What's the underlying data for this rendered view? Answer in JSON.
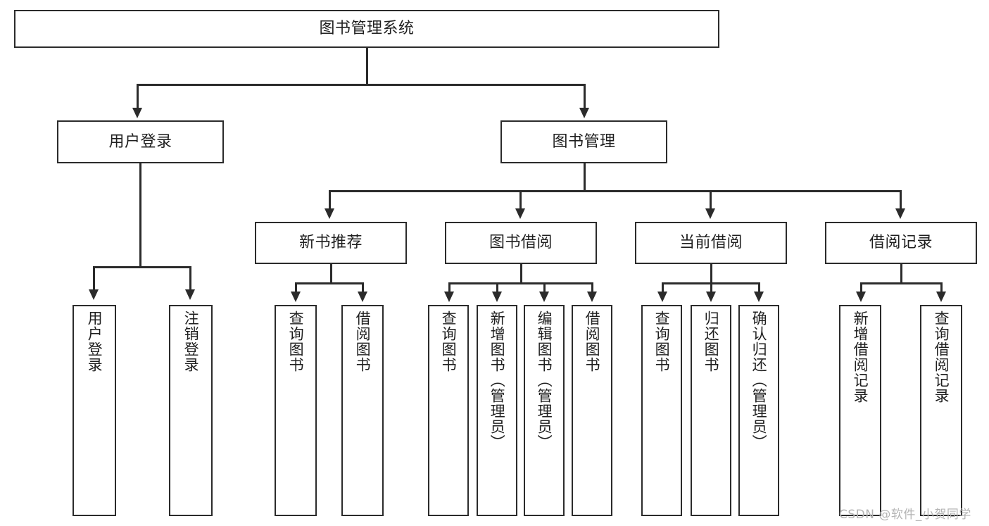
{
  "diagram": {
    "title": "图书管理系统",
    "root": {
      "id": "root",
      "label": "图书管理系统"
    },
    "level2": [
      {
        "id": "user-login",
        "label": "用户登录"
      },
      {
        "id": "book-manage",
        "label": "图书管理"
      }
    ],
    "level3": [
      {
        "id": "new-book-recommend",
        "label": "新书推荐"
      },
      {
        "id": "book-borrow",
        "label": "图书借阅"
      },
      {
        "id": "current-borrow",
        "label": "当前借阅"
      },
      {
        "id": "borrow-record",
        "label": "借阅记录"
      }
    ],
    "leaves": {
      "user_login": [
        {
          "id": "leaf-user-login",
          "label": "用户登录"
        },
        {
          "id": "leaf-logout-login",
          "label": "注销登录"
        }
      ],
      "new_book_recommend": [
        {
          "id": "leaf-query-book-1",
          "label": "查询图书"
        },
        {
          "id": "leaf-borrow-book-1",
          "label": "借阅图书"
        }
      ],
      "book_borrow": [
        {
          "id": "leaf-query-book-2",
          "label": "查询图书"
        },
        {
          "id": "leaf-add-book",
          "label": "新增图书（管理员）"
        },
        {
          "id": "leaf-edit-book",
          "label": "编辑图书（管理员）"
        },
        {
          "id": "leaf-borrow-book-2",
          "label": "借阅图书"
        }
      ],
      "current_borrow": [
        {
          "id": "leaf-query-book-3",
          "label": "查询图书"
        },
        {
          "id": "leaf-return-book",
          "label": "归还图书"
        },
        {
          "id": "leaf-confirm-return",
          "label": "确认归还（管理员）"
        }
      ],
      "borrow_record": [
        {
          "id": "leaf-add-record",
          "label": "新增借阅记录"
        },
        {
          "id": "leaf-query-record",
          "label": "查询借阅记录"
        }
      ]
    }
  },
  "watermark": {
    "text": "CSDN @软件_小贺同学"
  },
  "colors": {
    "stroke": "#2b2b2b",
    "fill": "#ffffff",
    "text": "#1f1f1f",
    "watermark": "#b4b4b4"
  }
}
